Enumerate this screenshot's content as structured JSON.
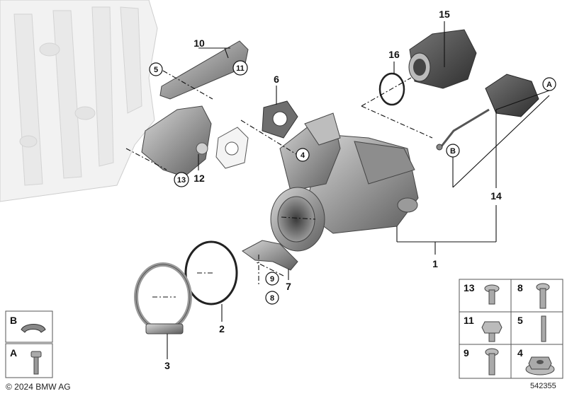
{
  "callouts": [
    "1",
    "2",
    "3",
    "4",
    "5",
    "6",
    "7",
    "8",
    "9",
    "10",
    "11",
    "12",
    "13",
    "14",
    "15",
    "16"
  ],
  "circle_refs": [
    "A",
    "B"
  ],
  "legend": {
    "rows": [
      {
        "left": "13",
        "right": "8"
      },
      {
        "left": "11",
        "right": "5"
      },
      {
        "left": "9",
        "right": "4"
      }
    ],
    "side": [
      {
        "label": "B"
      },
      {
        "label": "A"
      }
    ]
  },
  "copyright": "© 2024 BMW AG",
  "diagram_id": "542355"
}
